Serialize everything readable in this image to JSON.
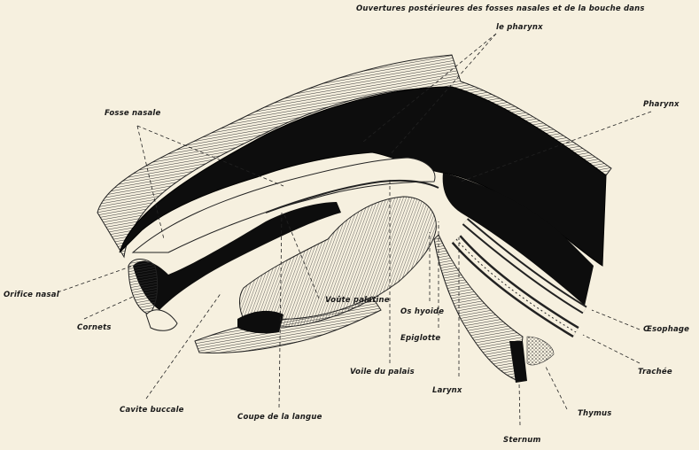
{
  "figure": {
    "labels": {
      "ouvertures_line1": "Ouvertures postérieures des fosses nasales et de la bouche dans",
      "ouvertures_line2": "le pharynx",
      "fosse_nasale": "Fosse nasale",
      "pharynx": "Pharynx",
      "orifice_nasal": "Orifice nasal",
      "cornets": "Cornets",
      "cavite_buccale": "Cavite buccale",
      "coupe_langue": "Coupe de la langue",
      "voute_palatine": "Voûte palatine",
      "os_hyoide": "Os hyoide",
      "epiglotte": "Epiglotte",
      "voile_palais": "Voile du palais",
      "larynx": "Larynx",
      "oesophage": "Œsophage",
      "trachee": "Trachée",
      "thymus": "Thymus",
      "sternum": "Sternum"
    }
  }
}
